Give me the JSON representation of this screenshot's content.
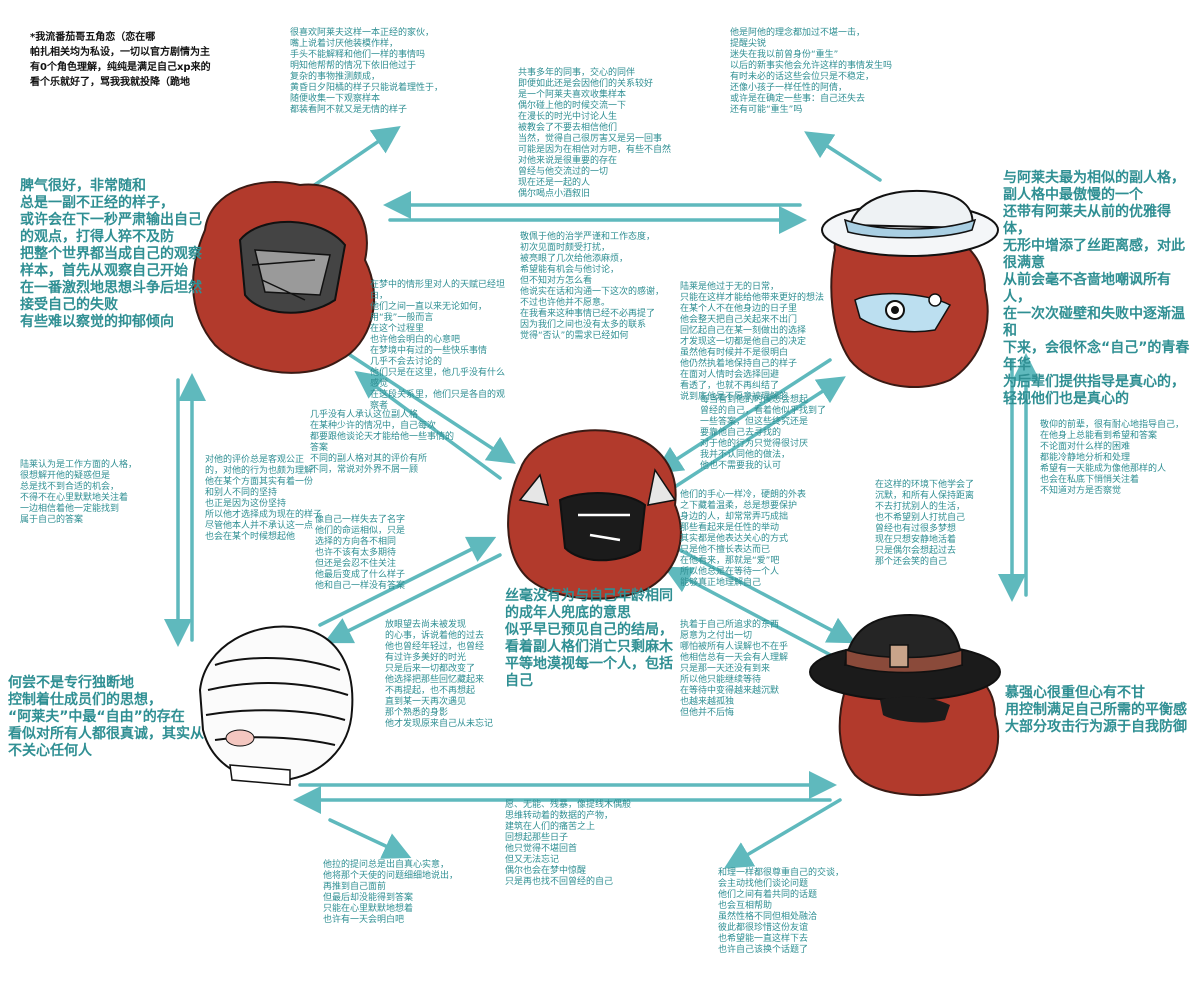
{
  "disclaimer": "*我流番茄哥五角恋（恋在哪\n帕扎相关均为私设，一切以官方剧情为主\n有0个角色理解，纯纯是满足自己xp来的\n看个乐就好了，骂我我就投降（跪地",
  "colors": {
    "text": "#2f8f93",
    "arrow": "#5fb9bd",
    "hair": "#b23a2c",
    "outline": "#111111"
  },
  "characters": {
    "top_left": {
      "name": "",
      "traits": "脾气很好，非常随和\n总是一副不正经的样子，\n或许会在下一秒严肃输出自己\n的观点，打得人猝不及防\n把整个世界都当成自己的观察\n样本，首先从观察自己开始\n在一番激烈地思想斗争后坦然\n接受自己的失败\n有些难以察觉的抑郁倾向"
    },
    "top_right": {
      "name": "",
      "traits": "与阿莱夫最为相似的副人格，\n副人格中最傲慢的一个\n还带有阿莱夫从前的优雅得体，\n无形中增添了丝距离感，对此\n很满意\n从前会毫不吝啬地嘲讽所有人，\n在一次次碰壁和失败中逐渐温和\n下来，会很怀念“自己”的青春\n年华\n为后辈们提供指导是真心的，\n轻视他们也是真心的"
    },
    "center": {
      "name": "",
      "traits": "丝毫没有为与自己年龄相同\n的成年人兜底的意思\n似乎早已预见自己的结局，\n看着副人格们消亡只剩麻木\n平等地漠视每一个人，包括\n自己"
    },
    "bottom_left": {
      "name": "",
      "traits": "何尝不是专行独断地\n控制着仕成员们的思想，\n“阿莱夫”中最“自由”的存在\n看似对所有人都很真诚，其实从\n不关心任何人"
    },
    "bottom_right": {
      "name": "",
      "traits": "慕强心很重但心有不甘\n用控制满足自己所需的平衡感\n大部分攻击行为源于自我防御"
    }
  },
  "notes": [
    "很喜欢阿莱夫这样一本正经的家伙，\n嘴上说着讨厌他装模作样，\n手头不能解释和他们一样的事情吗\n明知他帮帮的情况下依旧他过于\n复杂的事物推测颇成，\n黄昏日夕阳橘的样子只能说着理性于，\n随便收集一下观察样本\n都装看阿不就又是无情的样子",
    "他是阿他的理念都加过不堪一击，\n提醒尖锐\n迷失在我以前曾身份“重生”\n以后的新事实他会允许这样的事情发生吗\n有时未必的话这些会位只是不稳定，\n还像小孩子一样任性的阿倩，\n或许是在确定一些事：自己还失去\n还有可能“重生”吗",
    "共事多年的同事，交心的同伴\n即便如此还是会因他们的关系较好\n是一个阿莱夫喜欢收集样本\n偶尔碰上他的时候交流一下\n在漫长的时光中讨论人生\n被教会了不要去相信他们\n当然，觉得自己很厉害又是另一回事\n可能是因为在相信对方吧，有些不自然\n对他来说是很重要的存在\n曾经与他交流过的一切\n现在还是一起的人\n偶尔喝点小酒叙旧",
    "敬佩于他的治学严谨和工作态度，\n初次见面时颇受打扰，\n被亮眼了几次给他添麻烦，\n希望能有机会与他讨论，\n但不知对方怎么看\n他说实在话和沟通一下这次的感谢，\n不过也许他并不愿意。\n在我看来这种事情已经不必再提了\n因为我们之间也没有太多的联系\n觉得“否认”的需求已经如何",
    "在梦中的情形里对人的天赋已经坦白，\n他们之间一直以来无论如何，\n用“我”一般而言\n在这个过程里\n也许他会明白的心意吧\n在梦境中有过的一些快乐事情\n几乎不会去讨论的\n他们只是在这里，他几乎没有什么感觉\n在这段关系里，他们只是各自的观察者",
    "陆莱是他过于无的日常，\n只能在这样才能给他带来更好的想法\n在某个人不在他身边的日子里\n他会整天把自己关起来不出门\n回忆起自己在某一刻做出的选择\n才发现这一切都是他自己的决定\n虽然他有时候并不是很明白\n他仍然执着地保持自己的样子\n在面对人情时会选择回避\n看透了，也就不再纠结了\n说到底他是不愿意被理解的",
    "几乎没有人承认这位副人格\n在某种少许的情况中，自己每次\n都要跟他谈论天才能给他一些事情的答案\n不同的副人格对其的评价有所\n不同，常说对外界不屑一顾",
    "每当看到他的时候总会想起\n曾经的自己，看着他似乎找到了\n一些答案，但这些终究还是\n要靠他自己去寻找的\n对于他的行为只觉得很讨厌\n我并不认同他的做法，\n他也不需要我的认可",
    "陆莱认为是工作方面的人格，\n很想解开他的疑惑但是\n总是找不到合适的机会，\n不得不在心里默默地关注着\n一边相信着他一定能找到\n属于自己的答案",
    "对他的评价总是客观公正\n的，对他的行为也颇为理解\n他在某个方面其实有着一份\n和别人不同的坚持\n也正是因为这份坚持\n所以他才选择成为现在的样子\n尽管他本人并不承认这一点\n也会在某个时候想起他",
    "像自己一样失去了名字\n他们的命运相似，只是\n选择的方向各不相同\n也许不该有太多期待\n但还是会忍不住关注\n他最后变成了什么样子\n他和自己一样没有答案",
    "他们的手心一样冷，硬朗的外表\n之下藏着温柔，总是想要保护\n身边的人，却常常弄巧成拙\n那些看起来是任性的举动\n其实都是他表达关心的方式\n只是他不擅长表达而已\n在他看来，那就是“爱”吧\n所以他总是在等待一个人\n能够真正地理解自己",
    "在这样的环境下他学会了\n沉默，和所有人保持距离\n不去打扰别人的生活，\n也不希望别人打扰自己\n曾经也有过很多梦想\n现在只想安静地活着\n只是偶尔会想起过去\n那个还会笑的自己",
    "放眼望去尚未被发现\n的心事，诉说着他的过去\n他也曾经年轻过，也曾经\n有过许多美好的时光\n只是后来一切都改变了\n他选择把那些回忆藏起来\n不再提起，也不再想起\n直到某一天再次遇见\n那个熟悉的身影\n他才发现原来自己从未忘记",
    "执着于自己所追求的东西\n愿意为之付出一切\n哪怕被所有人误解也不在乎\n他相信总有一天会有人理解\n只是那一天还没有到来\n所以他只能继续等待\n在等待中变得越来越沉默\n也越来越孤独\n但他并不后悔",
    "敬仰的前辈，很有耐心地指导自己，\n在他身上总能看到希望和答案\n不论面对什么样的困难\n都能冷静地分析和处理\n希望有一天能成为像他那样的人\n也会在私底下悄悄关注着\n不知道对方是否察觉",
    "愿、无能、残暴，像提线木偶般\n思维转动着的数据的产物，\n建筑在人们的痛苦之上\n回想起那些日子\n他只觉得不堪回首\n但又无法忘记\n偶尔也会在梦中惊醒\n只是再也找不回曾经的自己",
    "他拉的提问总是出自真心实意，\n他将那个天使的问题细细地说出，\n再推到自己面前\n但最后却没能得到答案\n只能在心里默默地想着\n也许有一天会明白吧",
    "和理一样都很尊重自己的交谈，\n会主动找他们谈论问题\n他们之间有着共同的话题\n也会互相帮助\n虽然性格不同但相处融洽\n彼此都很珍惜这份友谊\n也希望能一直这样下去\n也许自己该换个话题了"
  ]
}
